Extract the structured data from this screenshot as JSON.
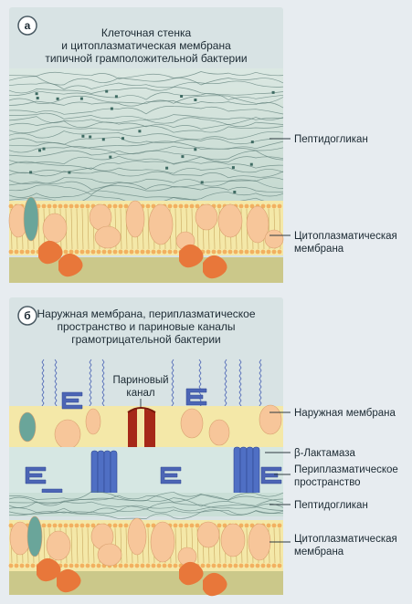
{
  "panel_a": {
    "badge": "а",
    "title_lines": [
      "Клеточная стенка",
      "и цитоплазматическая мембрана",
      "типичной грамположительной бактерии"
    ],
    "labels": {
      "peptidoglycan": "Пептидогликан",
      "cytoplasmic_1": "Цитоплазматическая",
      "cytoplasmic_2": "мембрана"
    }
  },
  "panel_b": {
    "badge": "б",
    "title_lines": [
      "Наружная мембрана, периплазматическое",
      "пространство и париновые каналы",
      "грамотрицательной бактерии"
    ],
    "porin_label_1": "Париновый",
    "porin_label_2": "канал",
    "labels": {
      "outer_membrane": "Наружная мембрана",
      "beta_lactamase": "β-Лактамаза",
      "periplasmic_1": "Периплазматическое",
      "periplasmic_2": "пространство",
      "peptidoglycan": "Пептидогликан",
      "cytoplasmic_1": "Цитоплазматическая",
      "cytoplasmic_2": "мембрана"
    }
  },
  "colors": {
    "background": "#e7ecf0",
    "panel": "#d9e4e6",
    "peptidoglycan_band": "#cfe0d8",
    "fiber": "#5f7f7a",
    "membrane_yellow": "#f4e8a8",
    "lipid_head": "#f2b060",
    "protein_peach": "#f7c69a",
    "protein_teal": "#6aa59a",
    "protein_orange": "#e8773a",
    "olive_band": "#cbc88a",
    "porin_red": "#a62818",
    "lactamase_blue": "#4f6fc4",
    "lps_blue": "#4c65b5"
  }
}
